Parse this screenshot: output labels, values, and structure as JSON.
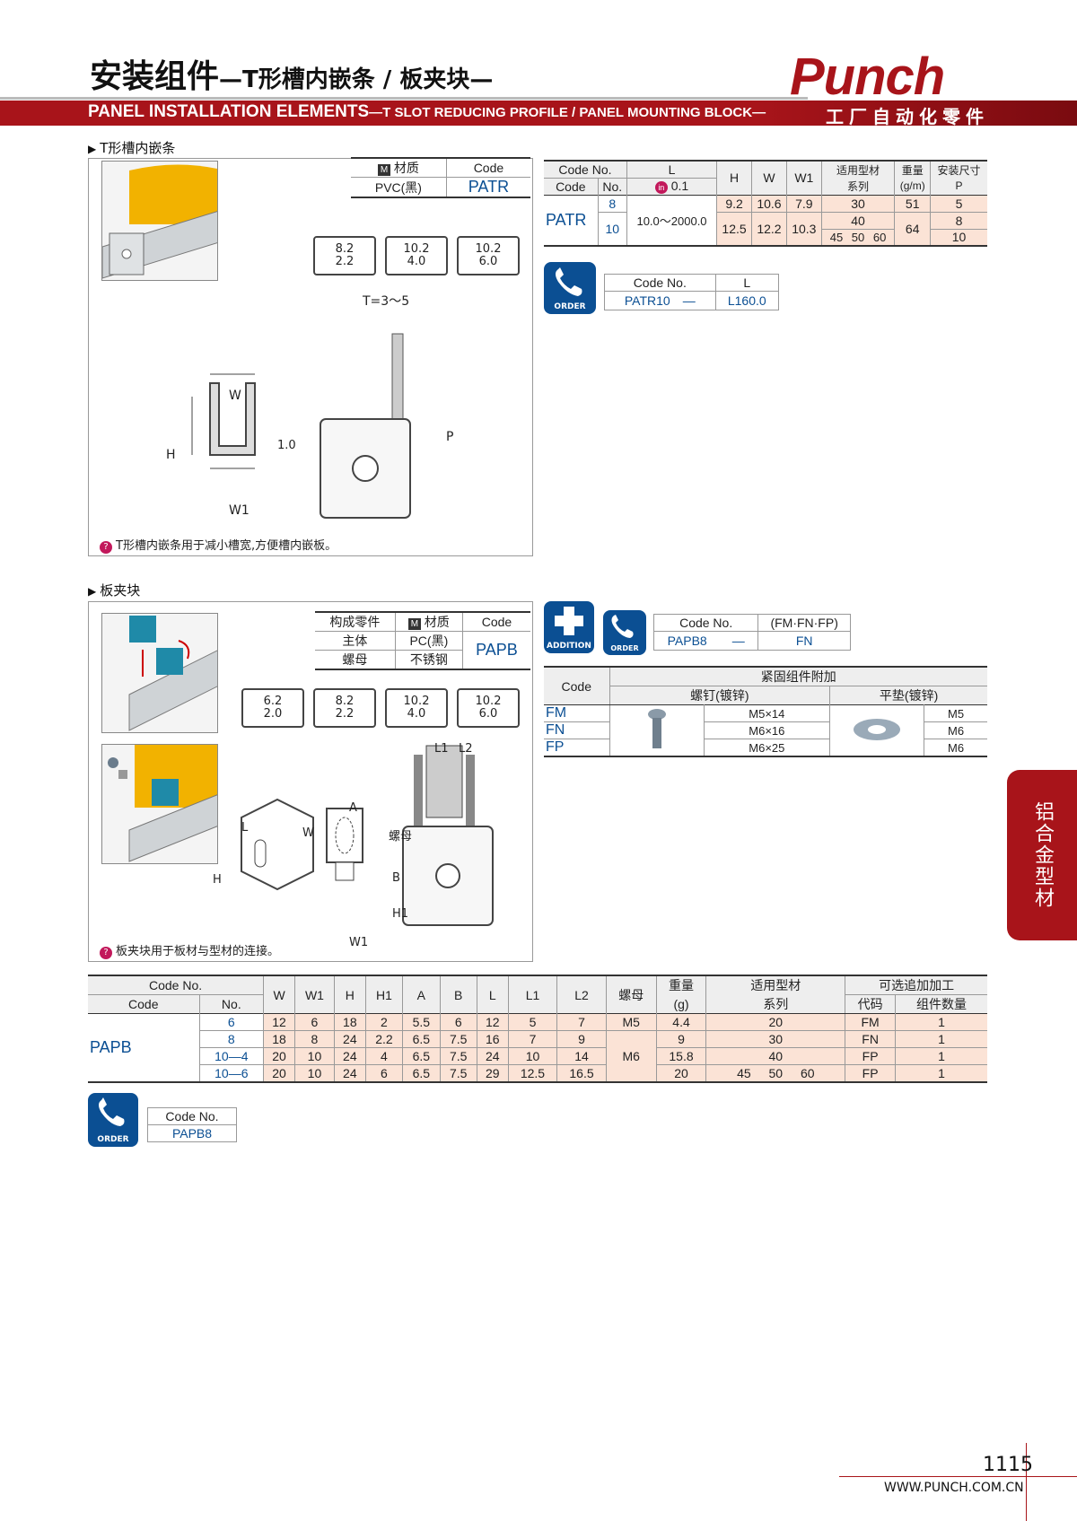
{
  "header": {
    "title_cn": "安装组件",
    "title_cn_sub": "—T形槽内嵌条 / 板夹块—",
    "title_en": "PANEL INSTALLATION ELEMENTS",
    "title_en_sub": "—T SLOT REDUCING PROFILE / PANEL MOUNTING BLOCK—",
    "logo": "Punch",
    "logo_sub": "工厂自动化零件"
  },
  "section1": {
    "heading": "T形槽内嵌条",
    "material_table": {
      "col1": "材质",
      "col2": "Code",
      "material": "PVC(黑)",
      "code": "PATR"
    },
    "slots": [
      {
        "top": "8.2",
        "bottom": "2.2"
      },
      {
        "top": "10.2",
        "bottom": "4.0"
      },
      {
        "top": "10.2",
        "bottom": "6.0"
      }
    ],
    "dims": {
      "t": "T=3～5",
      "w": "W",
      "w1": "W1",
      "h": "H",
      "p": "P",
      "v": "1.0"
    },
    "note": "T形槽内嵌条用于减小槽宽,方便槽内嵌板。",
    "spec": {
      "h_codeno": "Code No.",
      "h_code": "Code",
      "h_no": "No.",
      "h_l": "L",
      "h_l_tol": "0.1",
      "h_H": "H",
      "h_W": "W",
      "h_W1": "W1",
      "h_series": "适用型材",
      "h_series2": "系列",
      "h_weight": "重量",
      "h_weight2": "(g/m)",
      "h_mount": "安装尺寸",
      "h_mount2": "P",
      "code": "PATR",
      "l_range": "10.0～2000.0",
      "rows": [
        {
          "no": "8",
          "H": "9.2",
          "W": "10.6",
          "W1": "7.9",
          "series": "30",
          "weight": "51",
          "p": "5"
        },
        {
          "no": "10",
          "H": "12.5",
          "W": "12.2",
          "W1": "10.3",
          "series_a": "40",
          "series_b": "45 50 60",
          "weight": "64",
          "p_a": "8",
          "p_b": "10"
        }
      ]
    },
    "order": {
      "icon_label": "ORDER",
      "h1": "Code No.",
      "h2": "L",
      "v1": "PATR10",
      "sep": "—",
      "v2": "L160.0"
    }
  },
  "section2": {
    "heading": "板夹块",
    "material_table": {
      "h1": "构成零件",
      "h2": "材质",
      "h3": "Code",
      "r1a": "主体",
      "r1b": "PC(黑)",
      "r2a": "螺母",
      "r2b": "不锈钢",
      "code": "PAPB"
    },
    "slots": [
      {
        "top": "6.2",
        "bottom": "2.0"
      },
      {
        "top": "8.2",
        "bottom": "2.2"
      },
      {
        "top": "10.2",
        "bottom": "4.0"
      },
      {
        "top": "10.2",
        "bottom": "6.0"
      }
    ],
    "dims": {
      "L": "L",
      "W": "W",
      "H": "H",
      "A": "A",
      "B": "B",
      "H1": "H1",
      "W1": "W1",
      "L1": "L1",
      "L2": "L2",
      "nut": "螺母"
    },
    "note": "板夹块用于板材与型材的连接。",
    "add_order": {
      "addition_label": "ADDITION",
      "order_label": "ORDER",
      "h1": "Code No.",
      "h2": "(FM·FN·FP)",
      "v1": "PAPB8",
      "sep": "—",
      "v2": "FN"
    },
    "fasteners": {
      "h_code": "Code",
      "h_group": "紧固组件附加",
      "h_screw": "螺钉(镀锌)",
      "h_washer": "平垫(镀锌)",
      "rows": [
        {
          "code": "FM",
          "screw": "M5×14",
          "washer": "M5"
        },
        {
          "code": "FN",
          "screw": "M6×16",
          "washer": "M6"
        },
        {
          "code": "FP",
          "screw": "M6×25",
          "washer": "M6"
        }
      ]
    },
    "spec": {
      "h_codeno": "Code No.",
      "h_code": "Code",
      "h_no": "No.",
      "h_W": "W",
      "h_W1": "W1",
      "h_H": "H",
      "h_H1": "H1",
      "h_A": "A",
      "h_B": "B",
      "h_L": "L",
      "h_L1": "L1",
      "h_L2": "L2",
      "h_nut": "螺母",
      "h_weight": "重量",
      "h_weight2": "(g)",
      "h_series": "适用型材",
      "h_series2": "系列",
      "h_opt": "可选追加加工",
      "h_opt_code": "代码",
      "h_opt_qty": "组件数量",
      "code": "PAPB",
      "rows": [
        {
          "no": "6",
          "W": "12",
          "W1": "6",
          "H": "18",
          "H1": "2",
          "A": "5.5",
          "B": "6",
          "L": "12",
          "L1": "5",
          "L2": "7",
          "nut": "M5",
          "weight": "4.4",
          "series": "20",
          "opt": "FM",
          "qty": "1"
        },
        {
          "no": "8",
          "W": "18",
          "W1": "8",
          "H": "24",
          "H1": "2.2",
          "A": "6.5",
          "B": "7.5",
          "L": "16",
          "L1": "7",
          "L2": "9",
          "nut": "",
          "weight": "9",
          "series": "30",
          "opt": "FN",
          "qty": "1"
        },
        {
          "no": "10—4",
          "W": "20",
          "W1": "10",
          "H": "24",
          "H1": "4",
          "A": "6.5",
          "B": "7.5",
          "L": "24",
          "L1": "10",
          "L2": "14",
          "nut": "M6",
          "weight": "15.8",
          "series": "40",
          "opt": "FP",
          "qty": "1"
        },
        {
          "no": "10—6",
          "W": "20",
          "W1": "10",
          "H": "24",
          "H1": "6",
          "A": "6.5",
          "B": "7.5",
          "L": "29",
          "L1": "12.5",
          "L2": "16.5",
          "nut": "",
          "weight": "20",
          "series": "45 50 60",
          "opt": "FP",
          "qty": "1"
        }
      ]
    },
    "order": {
      "icon_label": "ORDER",
      "h1": "Code No.",
      "v1": "PAPB8"
    }
  },
  "side_tab": "铝合金型材",
  "footer": {
    "page": "1115",
    "url": "WWW.PUNCH.COM.CN"
  },
  "colors": {
    "brand_red": "#a8141a",
    "code_blue": "#0b4f93",
    "highlight": "#fbe3d6",
    "panel_yellow": "#f2b200",
    "part_teal": "#1f8aa8"
  }
}
